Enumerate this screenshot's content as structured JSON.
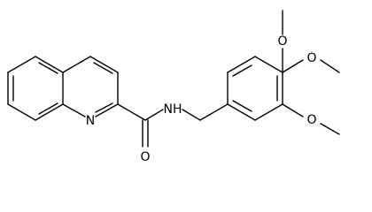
{
  "molecule": {
    "atoms": {
      "n_ring": "N",
      "nh": "NH",
      "o_carbonyl": "O",
      "o_meta_top": "O",
      "o_para": "O",
      "o_meta_bottom": "O"
    }
  }
}
